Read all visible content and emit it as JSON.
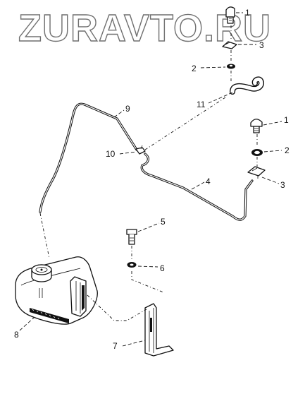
{
  "watermark": {
    "text": "ZURAVTO.RU"
  },
  "callouts": {
    "c1_top": "1",
    "c3_top": "3",
    "c2_top": "2",
    "c11": "11",
    "c1_right": "1",
    "c9": "9",
    "c2_right": "2",
    "c10": "10",
    "c4": "4",
    "c3_right": "3",
    "c5": "5",
    "c6": "6",
    "c8": "8",
    "c7": "7"
  }
}
